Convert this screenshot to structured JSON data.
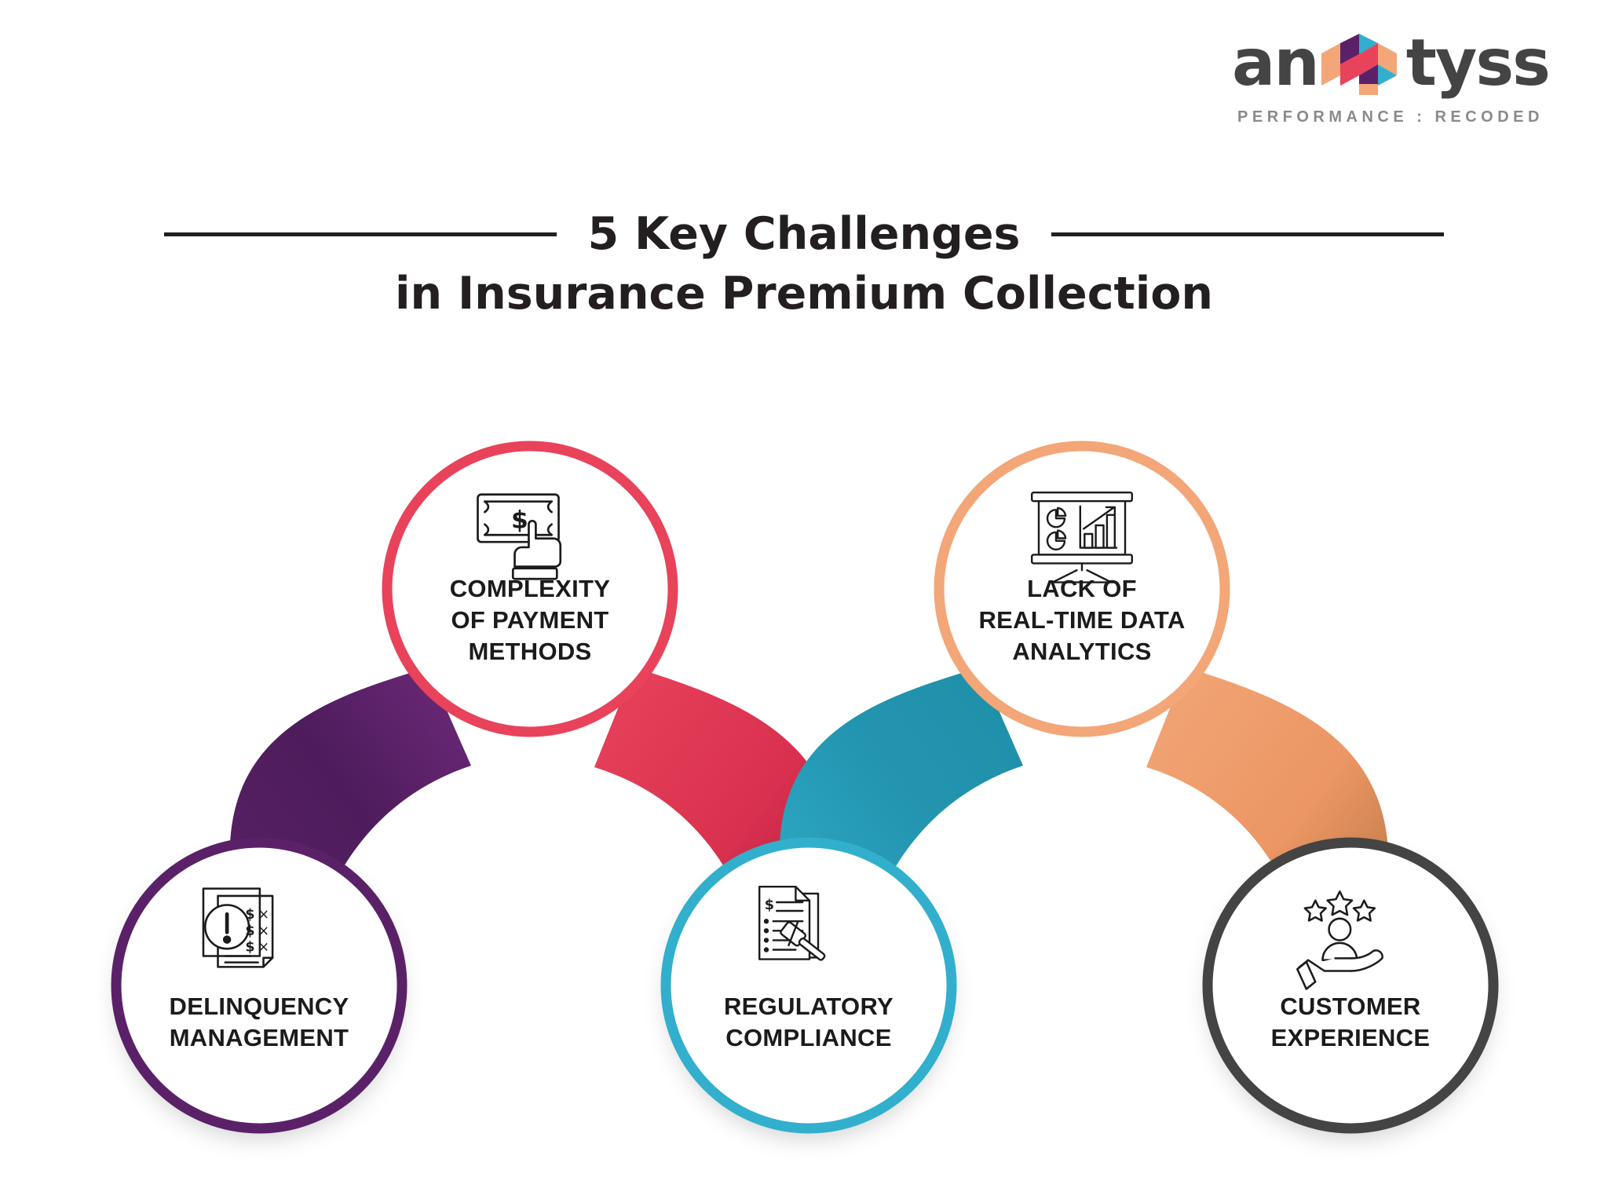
{
  "logo": {
    "text_before": "an",
    "text_after": "tyss",
    "mark_name": "anatyss-logo-mark",
    "tagline": "PERFORMANCE : RECODED",
    "word_color": "#444444",
    "tagline_color": "#8a8a8a",
    "mark_colors": {
      "purple": "#5B2168",
      "cyan": "#32AFCC",
      "pink": "#E8435B",
      "peach": "#F3A677"
    }
  },
  "title": {
    "line1": "5 Key Challenges",
    "line2": "in Insurance Premium Collection",
    "color": "#231f20"
  },
  "diagram": {
    "type": "chain-infographic",
    "node_count": 5,
    "nodes": [
      {
        "id": "delinquency-management",
        "label_lines": [
          "DELINQUENCY",
          "MANAGEMENT"
        ],
        "color": "#5B2168",
        "icon": "invoice-warning-icon",
        "position": "bottom",
        "order": 1
      },
      {
        "id": "complexity-of-payment-methods",
        "label_lines": [
          "COMPLEXITY",
          "OF PAYMENT",
          "METHODS"
        ],
        "color": "#E8435B",
        "icon": "banknote-hand-click-icon",
        "position": "top",
        "order": 2
      },
      {
        "id": "regulatory-compliance",
        "label_lines": [
          "REGULATORY",
          "COMPLIANCE"
        ],
        "color": "#32AFCC",
        "icon": "document-gavel-icon",
        "position": "bottom",
        "order": 3
      },
      {
        "id": "lack-of-real-time-data-analytics",
        "label_lines": [
          "LACK OF",
          "REAL-TIME DATA",
          "ANALYTICS"
        ],
        "color": "#F3A677",
        "icon": "presentation-chart-icon",
        "position": "top",
        "order": 4
      },
      {
        "id": "customer-experience",
        "label_lines": [
          "CUSTOMER",
          "EXPERIENCE"
        ],
        "color": "#444444",
        "icon": "hand-person-stars-icon",
        "position": "bottom",
        "order": 5
      }
    ],
    "connectors": [
      {
        "id": "connector-delinquency-to-payment",
        "from": "delinquency-management",
        "to": "complexity-of-payment-methods",
        "color": "#5B2168"
      },
      {
        "id": "connector-payment-to-regulatory",
        "from": "complexity-of-payment-methods",
        "to": "regulatory-compliance",
        "color": "#E8435B"
      },
      {
        "id": "connector-regulatory-to-analytics",
        "from": "regulatory-compliance",
        "to": "lack-of-real-time-data-analytics",
        "color": "#32AFCC"
      },
      {
        "id": "connector-analytics-to-customer",
        "from": "lack-of-real-time-data-analytics",
        "to": "customer-experience",
        "color": "#F3A677"
      }
    ]
  }
}
